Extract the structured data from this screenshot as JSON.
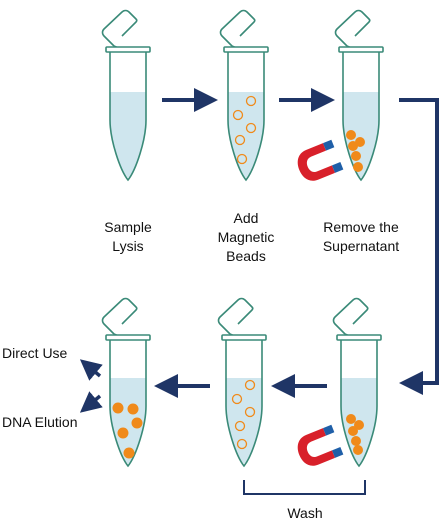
{
  "colors": {
    "outline": "#3a8a78",
    "liquid": "#cfe6ee",
    "bead": "#f08a1a",
    "arrow": "#1f3566",
    "magnet_red": "#d8202a",
    "magnet_blue": "#1f5fa8",
    "text": "#111111"
  },
  "steps": {
    "sample_lysis": {
      "line1": "Sample",
      "line2": "Lysis"
    },
    "add_beads": {
      "line1": "Add",
      "line2": "Magnetic",
      "line3": "Beads"
    },
    "remove_supernatant": {
      "line1": "Remove the",
      "line2": "Supernatant"
    },
    "wash": "Wash",
    "direct_use": "Direct Use",
    "dna_elution": "DNA Elution"
  },
  "tubes": [
    {
      "id": "tube-sample-lysis",
      "contents": "liquid"
    },
    {
      "id": "tube-add-beads",
      "contents": "liquid-with-hollow-beads"
    },
    {
      "id": "tube-remove-supernatant",
      "contents": "liquid-with-beads-captured-by-magnet"
    },
    {
      "id": "tube-wash-magnet",
      "contents": "liquid-with-beads-captured-by-magnet"
    },
    {
      "id": "tube-wash",
      "contents": "liquid-with-hollow-beads"
    },
    {
      "id": "tube-elution",
      "contents": "liquid-with-solid-beads"
    }
  ]
}
